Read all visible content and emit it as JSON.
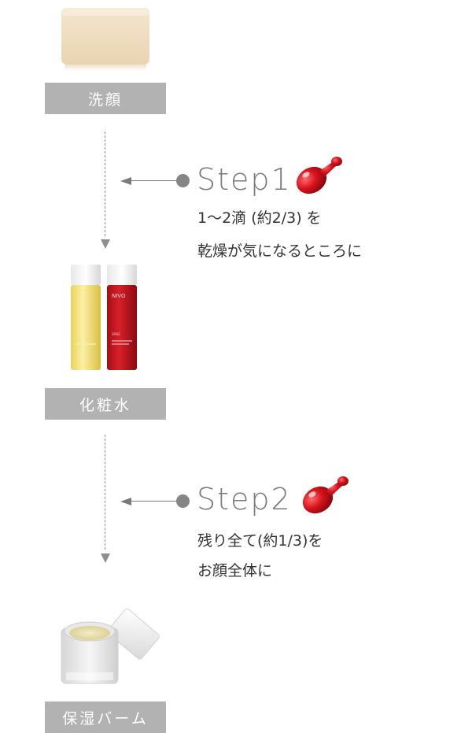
{
  "products": {
    "soap_label": "洗顔",
    "toner_label": "化粧水",
    "balm_label": "保湿バーム",
    "toner_brand": "NIVO",
    "toner_red_small": "SPAD"
  },
  "step1": {
    "title": "Step1",
    "line1": "1〜2滴 (約2/3) を",
    "line2": "乾燥が気になるところに"
  },
  "step2": {
    "title": "Step2",
    "line1": "残り全て(約1/3)を",
    "line2": "お顔全体に"
  },
  "colors": {
    "label_bg": "#b2b2b2",
    "capsule_red": "#c8121b",
    "step_title": "#7a7a7a"
  }
}
